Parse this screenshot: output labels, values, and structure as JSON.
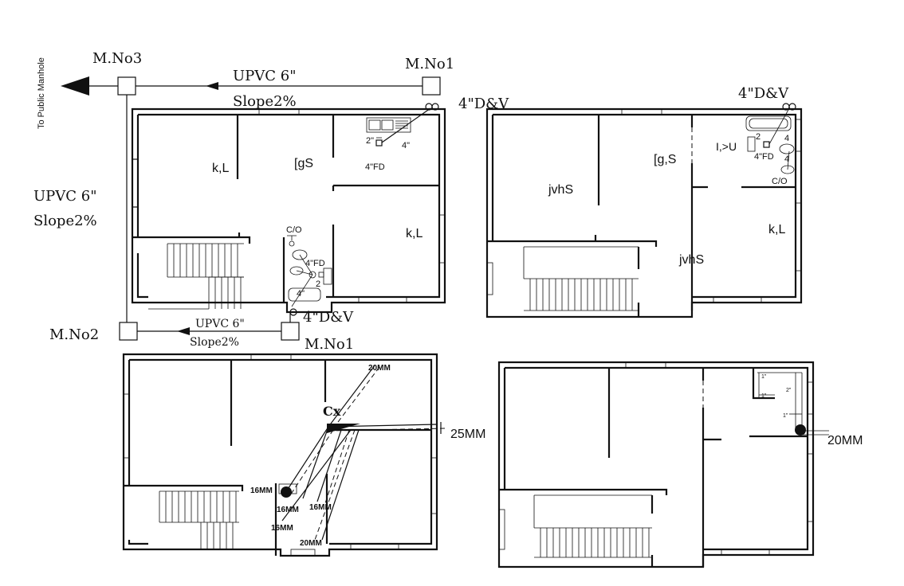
{
  "drainage_plan": {
    "side_label": "To Public Manhole",
    "manhole_3": "M.No3",
    "manhole_1_top": "M.No1",
    "manhole_2": "M.No2",
    "manhole_1_bottom": "M.No1",
    "pipe_top": "UPVC  6\"",
    "slope_top": "Slope2%",
    "pipe_left": "UPVC  6\"",
    "slope_left": "Slope2%",
    "pipe_bottom": "UPVC  6\"",
    "slope_bottom": "Slope2%",
    "dv_top": "4\"D&V",
    "dv_bottom": "4\"D&V",
    "fd_kitchen": "4\"FD",
    "pipe_2in": "2\"",
    "pipe_4in": "4\"",
    "fd_bath": "4\"FD",
    "bath_2in": "2",
    "bath_4in": "4\"",
    "co": "C/O",
    "room_kl_1": "k,L",
    "room_gs": "[gS",
    "room_kl_2": "k,L"
  },
  "first_floor": {
    "dv": "4\"D&V",
    "room_jvhs_1": "jvhS",
    "room_gs": "[g,S",
    "room_toilet": "I,>U",
    "fd": "4\"FD",
    "pipe_2": "2",
    "pipe_4a": "4",
    "pipe_4b": "4",
    "co": "C/O",
    "room_jvhs_2": "jvhS",
    "room_kl": "k,L"
  },
  "water_ground": {
    "cx": "Cx",
    "main_25": "25MM",
    "top_20": "20MM",
    "bot_20": "20MM",
    "line_16a": "16MM",
    "line_16b": "16MM",
    "line_16c": "16MM",
    "line_16d": "16MM"
  },
  "water_first": {
    "main_20": "20MM",
    "s1": "1\"",
    "s2": "2\"",
    "s3": "1\"",
    "s4": "1\""
  }
}
